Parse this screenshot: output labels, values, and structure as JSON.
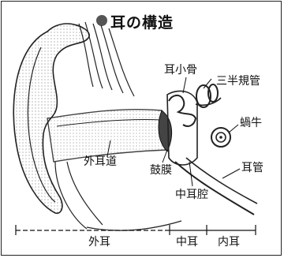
{
  "title": "耳の構造",
  "labels": {
    "ossicles": "耳小骨",
    "semicircular_canals": "三半規管",
    "cochlea": "蝸牛",
    "eustachian_tube": "耳管",
    "ear_canal": "外耳道",
    "eardrum": "鼓膜",
    "tympanic_cavity": "中耳腔"
  },
  "sections": {
    "outer": "外耳",
    "middle": "中耳",
    "inner": "内耳"
  }
}
